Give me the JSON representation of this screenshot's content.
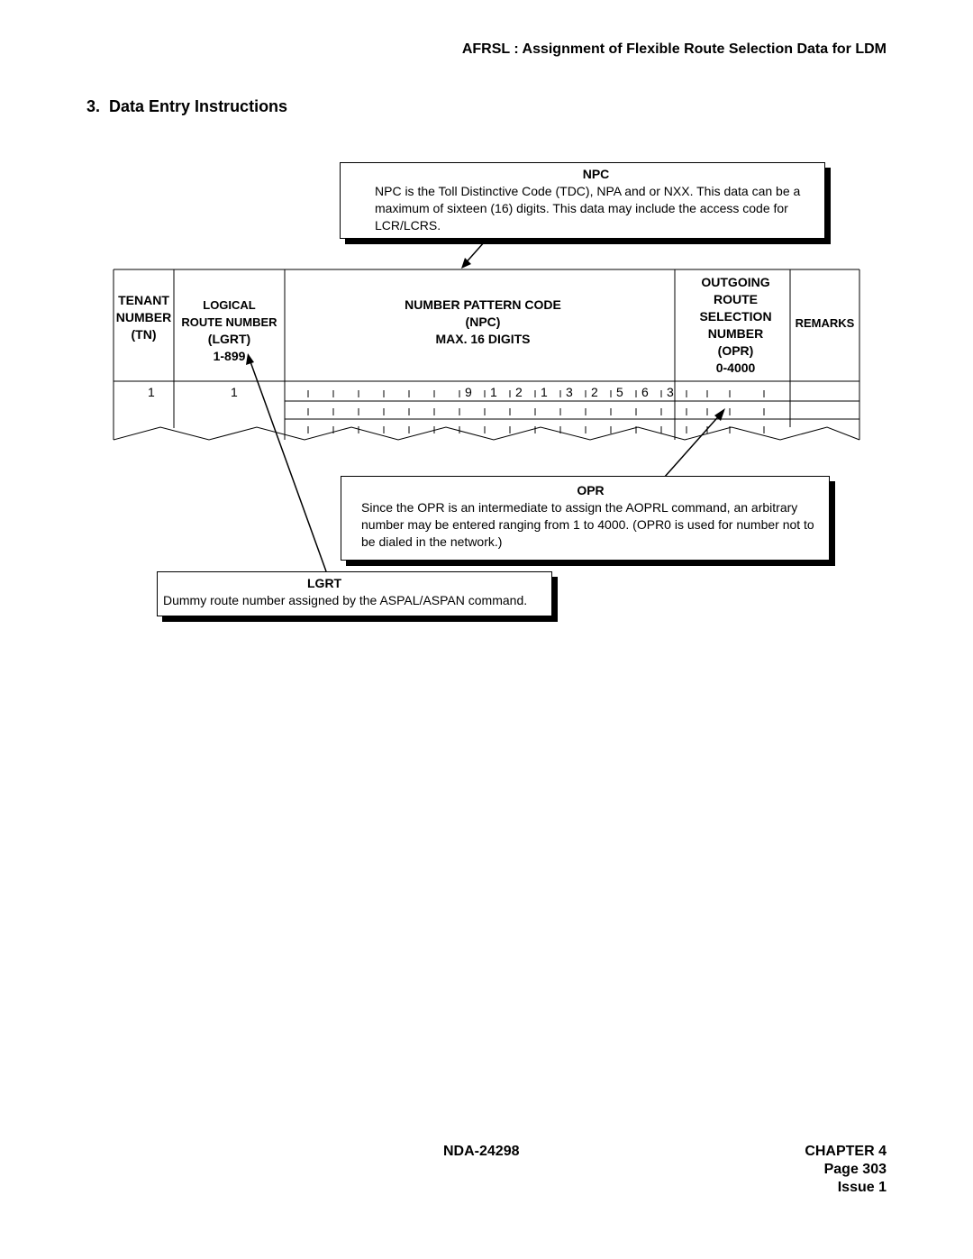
{
  "header": {
    "title": "AFRSL : Assignment of Flexible Route Selection Data for LDM"
  },
  "section": {
    "number": "3.",
    "title": "Data Entry Instructions"
  },
  "callouts": {
    "npc": {
      "title": "NPC",
      "text": "NPC is the Toll Distinctive Code (TDC), NPA and or NXX. This data can be a maximum of sixteen (16) digits. This data may include the access code for LCR/LCRS."
    },
    "opr": {
      "title": "OPR",
      "text": "Since the OPR is an intermediate to assign the AOPRL command, an arbitrary number may be entered ranging from 1 to 4000. (OPR0 is used for number not to be dialed in the network.)"
    },
    "lgrt": {
      "title": "LGRT",
      "text": "Dummy route number assigned by the ASPAL/ASPAN command."
    }
  },
  "table": {
    "headers": {
      "tn": [
        "TENANT",
        "NUMBER",
        "(TN)"
      ],
      "lgrt": [
        "LOGICAL",
        "ROUTE NUMBER",
        "(LGRT)",
        "1-899"
      ],
      "npc": [
        "NUMBER PATTERN CODE",
        "(NPC)",
        "MAX. 16 DIGITS"
      ],
      "opr": [
        "OUTGOING",
        "ROUTE",
        "SELECTION",
        "NUMBER",
        "(OPR)",
        "0-4000"
      ],
      "remarks": [
        "REMARKS"
      ]
    },
    "row1": {
      "tn": "1",
      "lgrt": "1",
      "npc_digits": [
        "9",
        "1",
        "2",
        "1",
        "3",
        "2",
        "5",
        "6",
        "3"
      ]
    }
  },
  "footer": {
    "doc_number": "NDA-24298",
    "chapter": "CHAPTER 4",
    "page": "Page 303",
    "issue": "Issue 1"
  }
}
